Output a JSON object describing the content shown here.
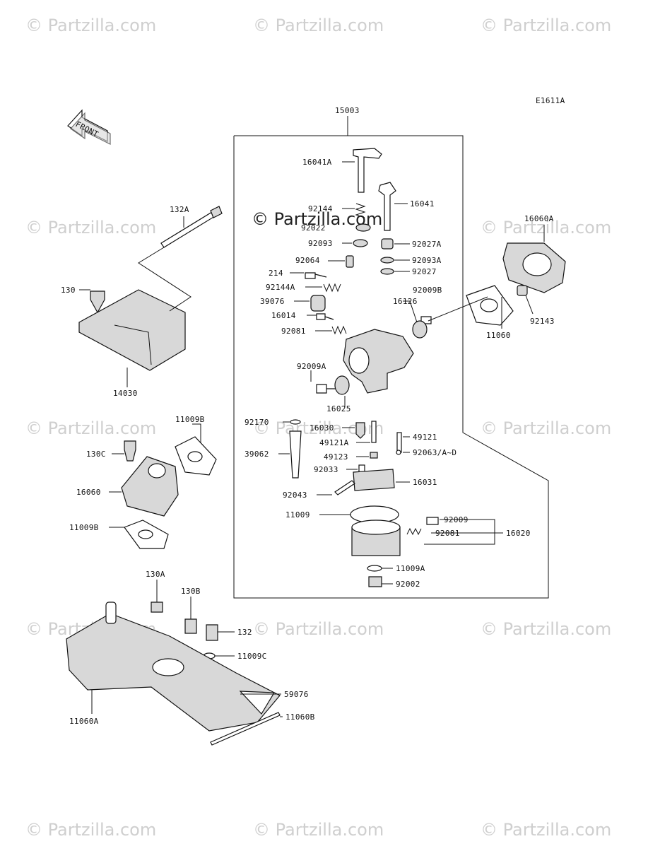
{
  "diagram": {
    "code": "E1611A",
    "front_badge": "FRONT",
    "watermark": "© Partzilla.com",
    "assembly": "15003",
    "parts": {
      "p16041A": "16041A",
      "p16041": "16041",
      "p92144": "92144",
      "p92022": "92022",
      "p92093": "92093",
      "p92027A": "92027A",
      "p92064": "92064",
      "p92093A": "92093A",
      "p214": "214",
      "p92027": "92027",
      "p92144A": "92144A",
      "p92009B": "92009B",
      "p39076": "39076",
      "p16126": "16126",
      "p16014": "16014",
      "p92081a": "92081",
      "p92009A": "92009A",
      "p16025": "16025",
      "p92170": "92170",
      "p16030": "16030",
      "p49121": "49121",
      "p49121A": "49121A",
      "p92063": "92063/A~D",
      "p39062": "39062",
      "p49123": "49123",
      "p92033": "92033",
      "p16031": "16031",
      "p92043": "92043",
      "p11009": "11009",
      "p92009": "92009",
      "p92081b": "92081",
      "p16020": "16020",
      "p11009A": "11009A",
      "p92002": "92002",
      "p16060A": "16060A",
      "p11060": "11060",
      "p92143": "92143",
      "p132A": "132A",
      "p130": "130",
      "p14030": "14030",
      "p11009B_top": "11009B",
      "p130C": "130C",
      "p16060": "16060",
      "p11009B_bot": "11009B",
      "p130A": "130A",
      "p130B": "130B",
      "p132": "132",
      "p11009C": "11009C",
      "p59076": "59076",
      "p11060A": "11060A",
      "p11060B": "11060B"
    }
  }
}
